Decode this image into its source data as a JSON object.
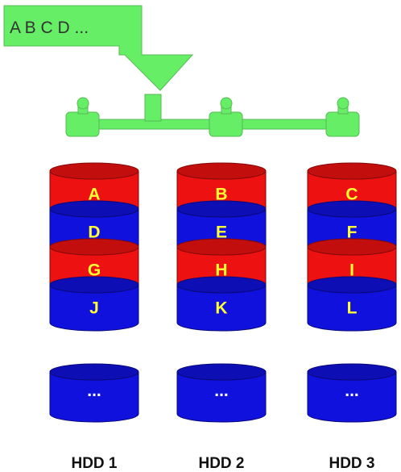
{
  "input": {
    "sequence": "A B C D ..."
  },
  "colors": {
    "green": "#66ee66",
    "green_stroke": "#55bb55",
    "red": "#ee1111",
    "blue": "#1111dd",
    "label": "#ffff33",
    "dots": "#ffffff"
  },
  "disks": [
    {
      "name": "HDD 1",
      "blocks": [
        {
          "label": "A",
          "color": "red"
        },
        {
          "label": "D",
          "color": "blue"
        },
        {
          "label": "G",
          "color": "red"
        },
        {
          "label": "J",
          "color": "blue"
        }
      ],
      "more": "..."
    },
    {
      "name": "HDD 2",
      "blocks": [
        {
          "label": "B",
          "color": "red"
        },
        {
          "label": "E",
          "color": "blue"
        },
        {
          "label": "H",
          "color": "red"
        },
        {
          "label": "K",
          "color": "blue"
        }
      ],
      "more": "..."
    },
    {
      "name": "HDD 3",
      "blocks": [
        {
          "label": "C",
          "color": "red"
        },
        {
          "label": "F",
          "color": "blue"
        },
        {
          "label": "I",
          "color": "red"
        },
        {
          "label": "L",
          "color": "blue"
        }
      ],
      "more": "..."
    }
  ]
}
